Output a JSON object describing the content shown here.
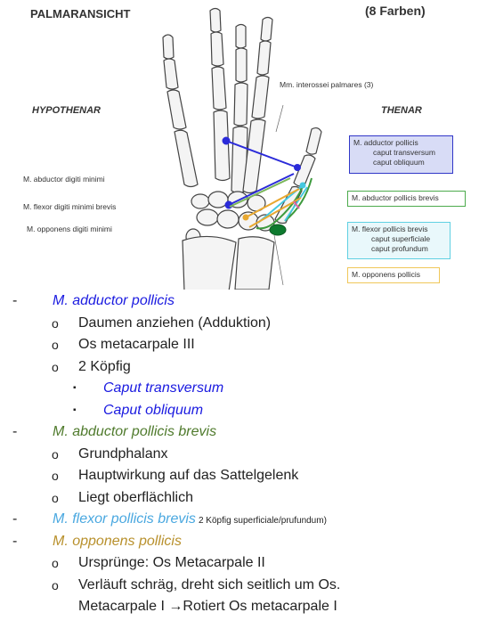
{
  "figure": {
    "title": "PALMARANSICHT",
    "color_count": "(8 Farben)",
    "hypothenar": "HYPOTHENAR",
    "thenar": "THENAR",
    "interossei_label": "Mm. interossei palmares (3)",
    "left_labels": [
      "M. abductor digiti minimi",
      "M. flexor digiti minimi brevis",
      "M. opponens digiti minimi"
    ],
    "box_adductor": {
      "title": "M. adductor pollicis",
      "lines": [
        "caput transversum",
        "caput obliquum"
      ]
    },
    "box_abductor": {
      "title": "M. abductor pollicis brevis"
    },
    "box_flexor": {
      "title": "M. flexor pollicis brevis",
      "lines": [
        "caput superficiale",
        "caput profundum"
      ]
    },
    "box_opponens": {
      "title": "M. opponens pollicis"
    }
  },
  "notes": {
    "adductor": {
      "title": "M. adductor pollicis",
      "items": [
        "Daumen anziehen (Adduktion)",
        "Os metacarpale III",
        "2 Köpfig"
      ],
      "heads": [
        "Caput transversum",
        "Caput obliquum"
      ]
    },
    "abductor": {
      "title": "M. abductor pollicis brevis",
      "items": [
        "Grundphalanx",
        "Hauptwirkung auf das Sattelgelenk",
        "Liegt oberflächlich"
      ]
    },
    "flexor": {
      "title": "M. flexor pollicis brevis",
      "suffix": "2 Köpfig superficiale/prufundum)"
    },
    "opponens": {
      "title": "M. opponens pollicis",
      "items": [
        "Ursprünge: Os Metacarpale II",
        "Verläuft schräg, dreht sich seitlich um Os.",
        "Metacarpale I →Rotiert Os metacarpale I"
      ]
    },
    "markers": {
      "dash": "-",
      "circle": "o",
      "square": "▪"
    }
  },
  "colors": {
    "adductor": "#1a1ae0",
    "abductor": "#4f7a2c",
    "flexor": "#4aa8e0",
    "opponens": "#b8902c"
  }
}
